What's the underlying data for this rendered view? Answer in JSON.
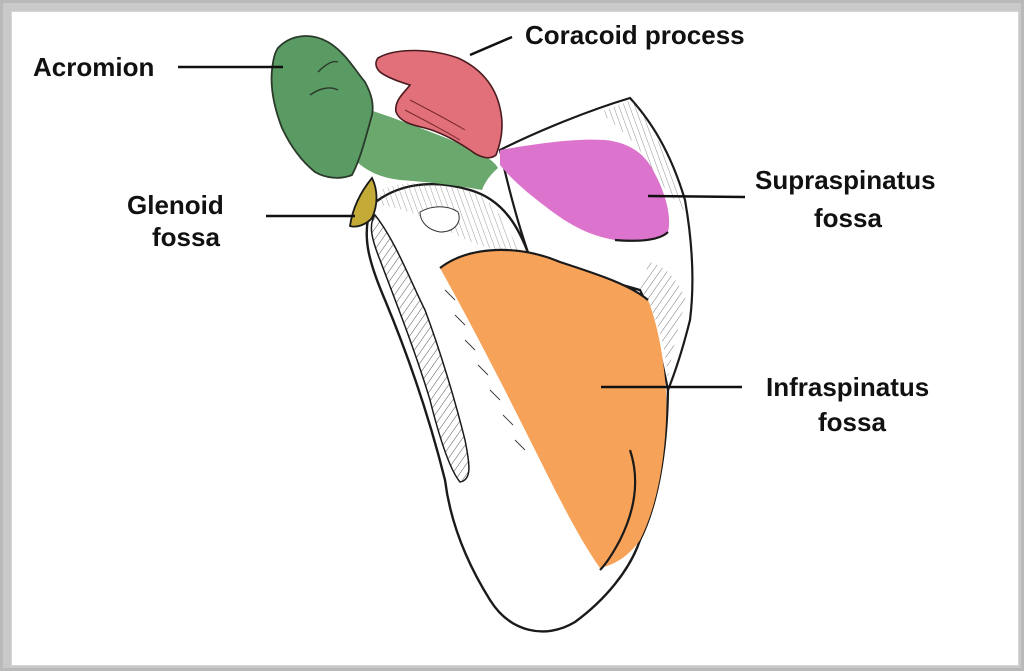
{
  "labels": {
    "acromion": "Acromion",
    "coracoid": "Coracoid process",
    "glenoid_line1": "Glenoid",
    "glenoid_line2": "fossa",
    "supraspinatus_line1": "Supraspinatus",
    "supraspinatus_line2": "fossa",
    "infraspinatus_line1": "Infraspinatus",
    "infraspinatus_line2": "fossa"
  },
  "colors": {
    "acromion": "#5a9a63",
    "coracoid": "#e2707a",
    "glenoid": "#c4aa36",
    "supraspinatus": "#dc73cc",
    "infraspinatus": "#f7a259",
    "spine": "#6ba86e",
    "background": "#ffffff",
    "frame": "#c9c9c9"
  }
}
